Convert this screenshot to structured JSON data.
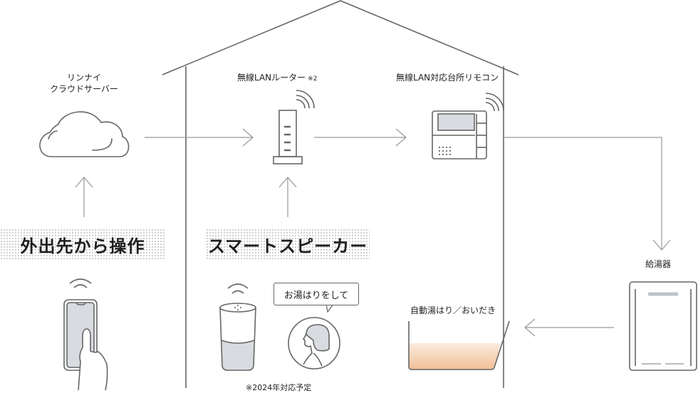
{
  "nodes": {
    "cloud": {
      "label_line1": "リンナイ",
      "label_line2": "クラウドサーバー",
      "icon": "cloud-icon"
    },
    "router": {
      "label": "無線LANルーター",
      "note": "※2",
      "icon": "router-icon"
    },
    "remote": {
      "label": "無線LAN対応台所リモコン",
      "icon": "kitchen-remote-icon"
    },
    "water_heater": {
      "label": "給湯器",
      "icon": "water-heater-icon"
    },
    "bathtub": {
      "label": "自動湯はり／おいだき",
      "icon": "bathtub-icon"
    }
  },
  "sources": {
    "outside": {
      "label": "外出先から操作",
      "icon": "smartphone-hand-icon"
    },
    "smart_speaker": {
      "label": "スマートスピーカー",
      "icon": "smart-speaker-icon",
      "speech": "お湯はりをして",
      "note": "※2024年対応予定"
    }
  },
  "colors": {
    "line": "#666666",
    "arrow": "#999999",
    "fill_gray": "#d8dbe0",
    "water_top": "#fbe8d8",
    "water_bottom": "#f1c39e"
  }
}
